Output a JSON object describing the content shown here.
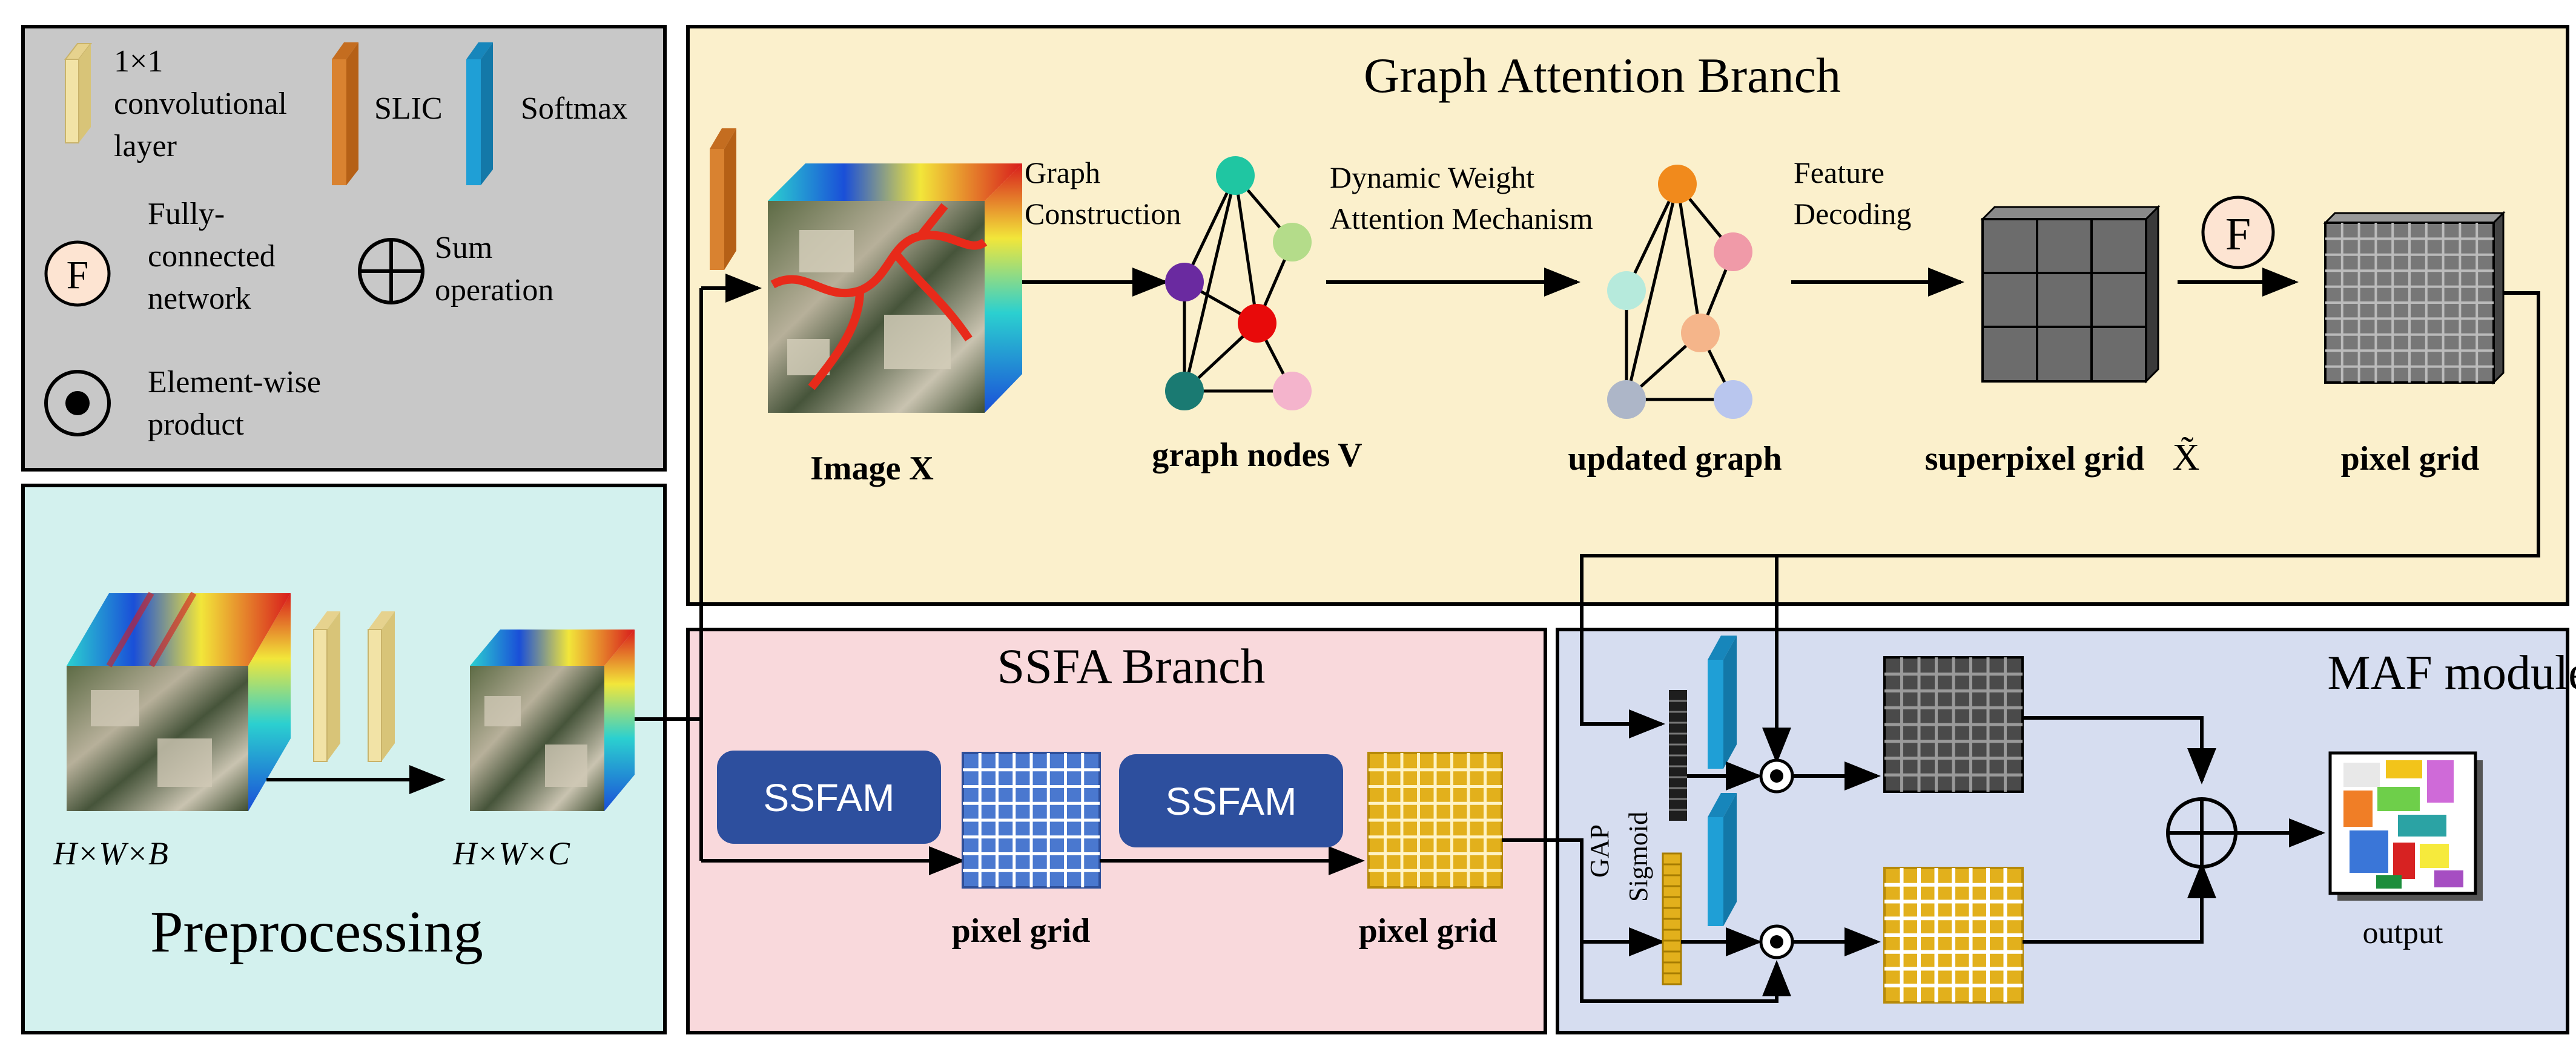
{
  "colors": {
    "legend_bg": "#c8c8c8",
    "preprocessing_bg": "#d3f1ee",
    "graph_branch_bg": "#fbf0cc",
    "ssfa_branch_bg": "#f9d9dc",
    "maf_bg": "#d6ddf0",
    "conv_layer": "#f2e3a6",
    "slic": "#d98230",
    "softmax": "#1f9fd6",
    "ssfam_block": "#2d4f9e",
    "yellow_grid": "#e2b01c",
    "blue_grid": "#4a78cf",
    "dark_grid": "#555555",
    "graph_red": "#e8431f"
  },
  "legend": {
    "conv_label": [
      "1×1",
      "convolutional",
      "layer"
    ],
    "slic_label": "SLIC",
    "softmax_label": "Softmax",
    "fc_symbol": "F",
    "fc_label": [
      "Fully-",
      "connected",
      "network"
    ],
    "sum_label": [
      "Sum",
      "operation"
    ],
    "ewp_label": [
      "Element-wise",
      "product"
    ]
  },
  "preprocessing": {
    "title": "Preprocessing",
    "input_dims": "H×W×B",
    "output_dims": "H×W×C"
  },
  "graph_branch": {
    "title": "Graph Attention Branch",
    "image_label": "Image X",
    "step1": [
      "Graph",
      "Construction"
    ],
    "nodes_label": "graph nodes V",
    "step2": [
      "Dynamic Weight",
      "Attention Mechanism"
    ],
    "updated_label": "updated graph",
    "step3": [
      "Feature",
      "Decoding"
    ],
    "superpixel_label": "superpixel grid",
    "superpixel_symbol": "X̃",
    "fc_symbol": "F",
    "pixel_grid_label": "pixel grid"
  },
  "ssfa_branch": {
    "title": "SSFA Branch",
    "block1": "SSFAM",
    "block2": "SSFAM",
    "grid1_label": "pixel grid",
    "grid2_label": "pixel grid"
  },
  "maf": {
    "title": "MAF module",
    "gap_label": "GAP",
    "sigmoid_label": "Sigmoid",
    "output_label": "output"
  }
}
